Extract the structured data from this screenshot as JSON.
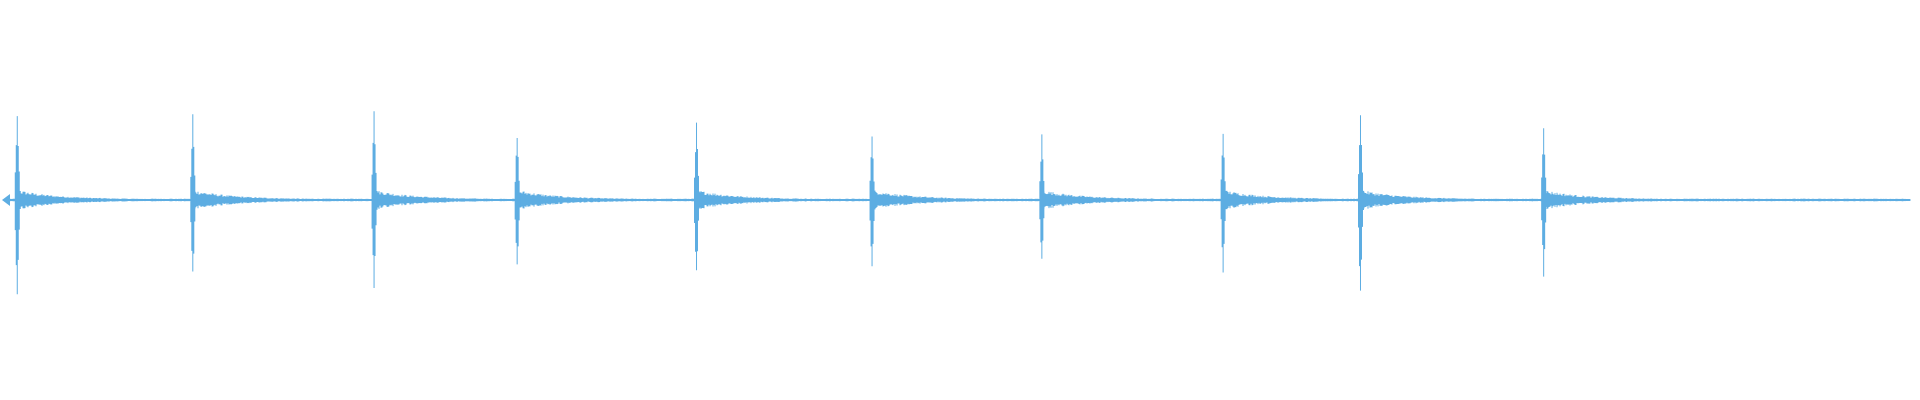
{
  "waveform": {
    "color": "#5dade2",
    "background": "#ffffff",
    "duration_fraction_of_transients": [
      0.008,
      0.1,
      0.195,
      0.27,
      0.364,
      0.456,
      0.545,
      0.64,
      0.712,
      0.808
    ],
    "transient_peak_amplitudes": [
      [
        0.68,
        0.72
      ],
      [
        0.62,
        0.6
      ],
      [
        0.66,
        0.7
      ],
      [
        0.5,
        0.54
      ],
      [
        0.58,
        0.58
      ],
      [
        0.48,
        0.52
      ],
      [
        0.48,
        0.48
      ],
      [
        0.52,
        0.54
      ],
      [
        0.7,
        0.74
      ],
      [
        0.58,
        0.56
      ]
    ],
    "baseline_noise": 0.015,
    "decay_tail_amplitude": 0.09
  }
}
